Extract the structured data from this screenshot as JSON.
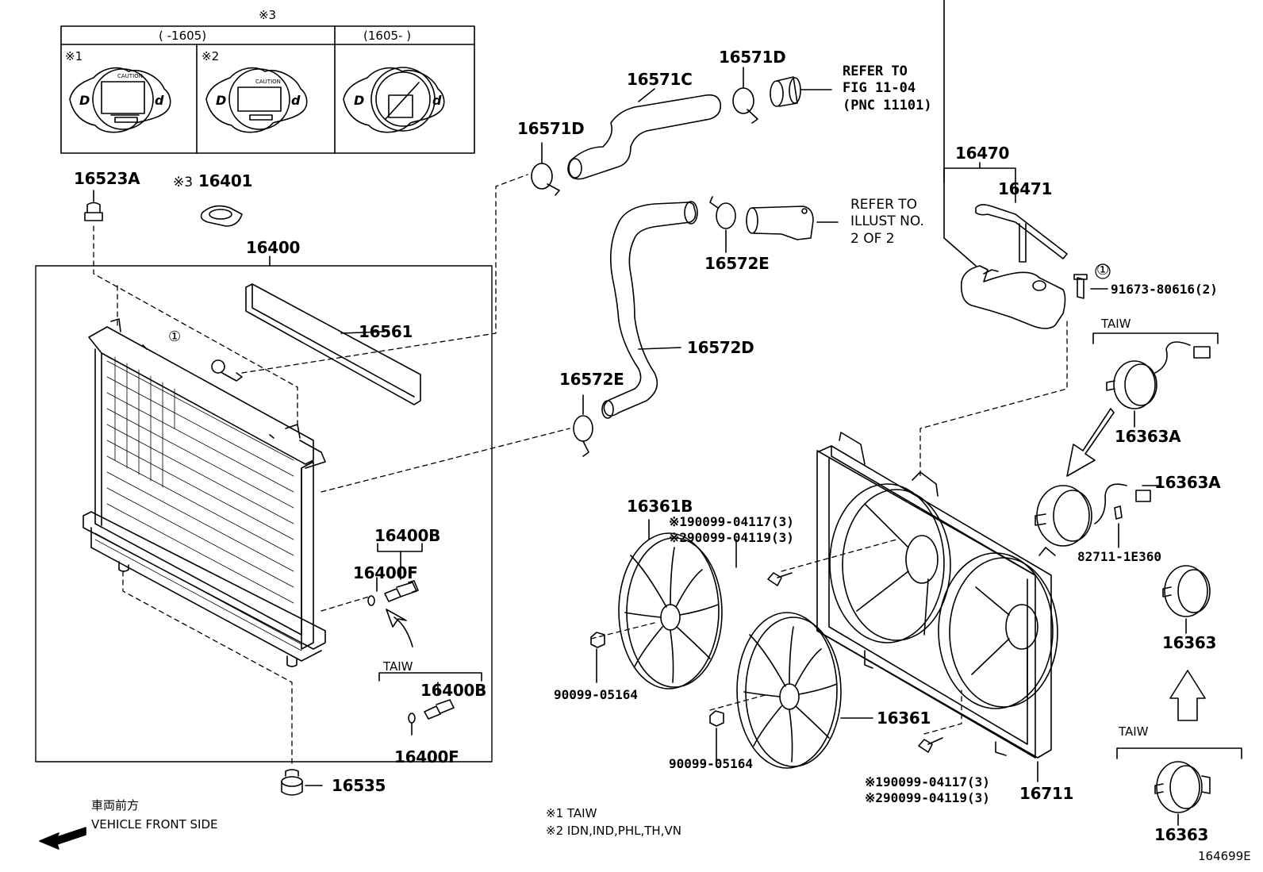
{
  "diagram_code": "164699E",
  "cap_table": {
    "title": "※3",
    "col1_header": "(     -1605)",
    "col2_header": "(1605-      )",
    "cell1_note": "※1",
    "cell2_note": "※2",
    "cap_text": "CAUTION"
  },
  "parts": {
    "p16523A": "16523A",
    "p16401_note": "※3",
    "p16401": "16401",
    "p16400": "16400",
    "p16561": "16561",
    "p16571D_a": "16571D",
    "p16571D_b": "16571D",
    "p16571C": "16571C",
    "p16572E_a": "16572E",
    "p16572E_b": "16572E",
    "p16572D": "16572D",
    "p16470": "16470",
    "p16471": "16471",
    "p91673": "91673-80616(2)",
    "p16363A_a": "16363A",
    "p16363A_b": "16363A",
    "p82711": "82711-1E360",
    "p16363_a": "16363",
    "p16363_b": "16363",
    "p16361B": "16361B",
    "p16361": "16361",
    "p16711": "16711",
    "p90099_a": "90099-05164",
    "p90099_b": "90099-05164",
    "p16400B_a": "16400B",
    "p16400F_a": "16400F",
    "p16400B_b": "16400B",
    "p16400F_b": "16400F",
    "p16535": "16535",
    "bolt_a1": "※190099-04117(3)",
    "bolt_a2": "※290099-04119(3)",
    "bolt_b1": "※190099-04117(3)",
    "bolt_b2": "※290099-04119(3)"
  },
  "refs": {
    "ref1": "REFER TO\nFIG 11-04\n(PNC 11101)",
    "ref2": "REFER TO\nILLUST NO.\n2 OF 2"
  },
  "markers": {
    "circle1_a": "①",
    "circle1_b": "①"
  },
  "taiw_labels": {
    "t1": "TAIW",
    "t2": "TAIW",
    "t3": "TAIW"
  },
  "notes": {
    "n1": "※1 TAIW",
    "n2": "※2 IDN,IND,PHL,TH,VN",
    "front_jp": "車両前方",
    "front_en": "VEHICLE FRONT SIDE"
  }
}
